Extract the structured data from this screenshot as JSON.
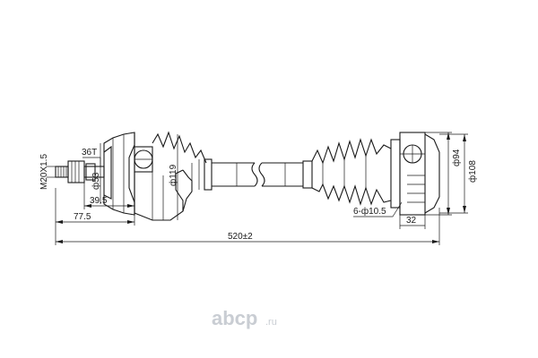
{
  "dimensions": {
    "thread": "M20X1.5",
    "teeth": "36T",
    "dia_53": "ф53",
    "dia_119": "ф119",
    "len_39_5": "39.5",
    "len_77_5": "77.5",
    "total_len": "520±2",
    "dia_94": "ф94",
    "dia_108": "ф108",
    "bolts": "6-ф10.5",
    "len_32": "32"
  },
  "watermark": {
    "brand": "abcp",
    "domain": ".ru"
  },
  "colors": {
    "line": "#1a1a1a",
    "watermark": "#c9cdd3"
  }
}
